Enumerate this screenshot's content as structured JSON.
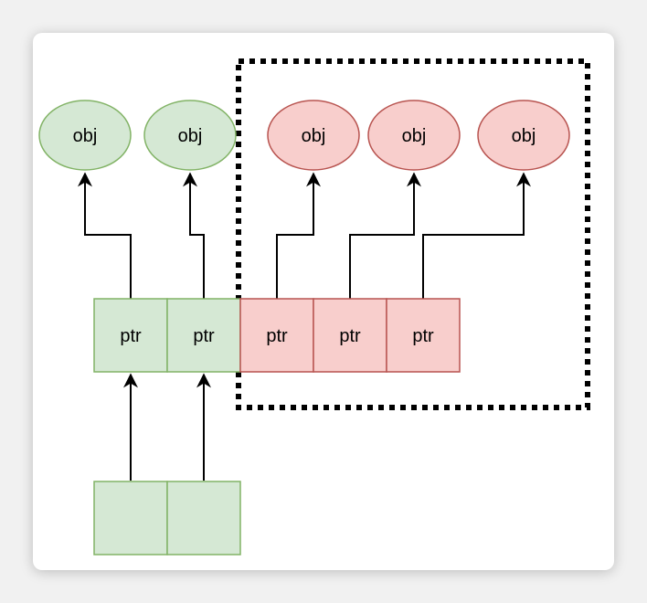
{
  "colors": {
    "green_fill": "#d5e8d4",
    "green_stroke": "#82b366",
    "red_fill": "#f8cecc",
    "red_stroke": "#b85450",
    "line": "#000000",
    "dotted_border": "#000000"
  },
  "objects": [
    {
      "label": "obj",
      "color": "green"
    },
    {
      "label": "obj",
      "color": "green"
    },
    {
      "label": "obj",
      "color": "red"
    },
    {
      "label": "obj",
      "color": "red"
    },
    {
      "label": "obj",
      "color": "red"
    }
  ],
  "pointers": [
    {
      "label": "ptr",
      "color": "green"
    },
    {
      "label": "ptr",
      "color": "green"
    },
    {
      "label": "ptr",
      "color": "red"
    },
    {
      "label": "ptr",
      "color": "red"
    },
    {
      "label": "ptr",
      "color": "red"
    }
  ],
  "bottom_cells": [
    {
      "label": "",
      "color": "green"
    },
    {
      "label": "",
      "color": "green"
    }
  ]
}
